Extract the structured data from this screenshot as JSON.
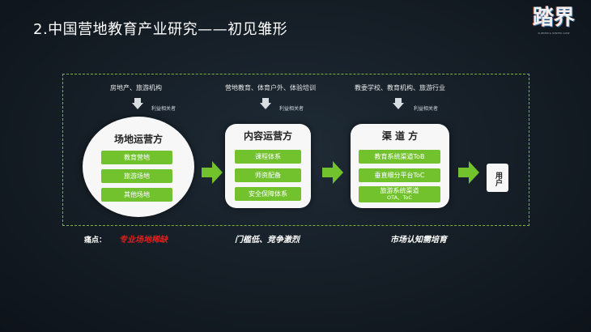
{
  "title": "2.中国营地教育产业研究——初见雏形",
  "logo": {
    "text": "踏界",
    "sub": "SUMMER & WINTER CAMP"
  },
  "colors": {
    "accent_green": "#72c22d",
    "pain_red": "#e02020",
    "frame_green": "#7fb23a"
  },
  "columns": [
    {
      "source": "房地产、旅游机构",
      "stakeholder": "利益相关者",
      "box_title": "场地运营方",
      "items": [
        "教育营地",
        "旅游场地",
        "其他场地"
      ]
    },
    {
      "source": "营地教育、体育户外、体验培训",
      "stakeholder": "利益相关者",
      "box_title": "内容运营方",
      "items": [
        "课程体系",
        "师资配备",
        "安全保障体系"
      ]
    },
    {
      "source": "教委学校、教育机构、旅游行业",
      "stakeholder": "利益相关者",
      "box_title": "渠 道 方",
      "items": [
        "教育系统渠道ToB",
        "垂直细分平台ToC"
      ],
      "item3_line1": "旅游系统渠道",
      "item3_line2": "OTA、ToC"
    }
  ],
  "user": "用户",
  "pain": {
    "label": "痛点：",
    "points": [
      "专业场地稀缺",
      "门槛低、竞争激烈",
      "市场认知需培育"
    ]
  }
}
